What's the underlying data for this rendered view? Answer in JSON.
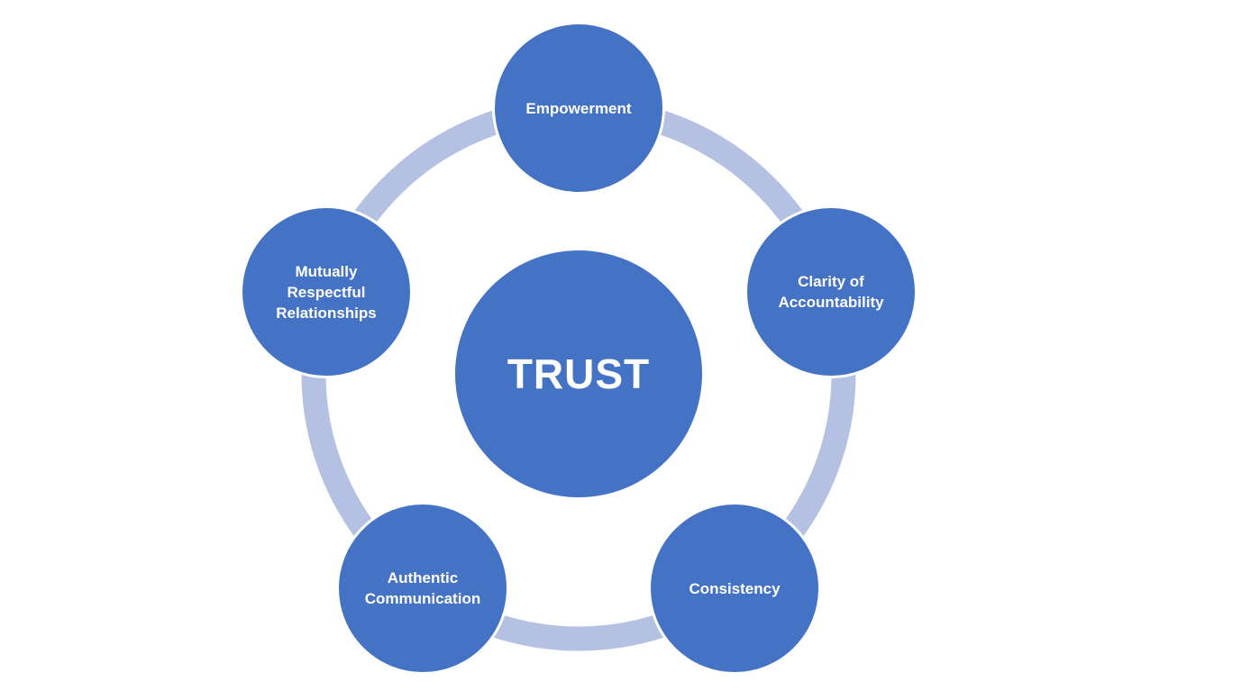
{
  "diagram": {
    "type": "cycle-diagram",
    "center": {
      "label": "TRUST"
    },
    "nodes": [
      {
        "label": "Empowerment",
        "position": "top"
      },
      {
        "label": "Clarity of Accountability",
        "position": "right"
      },
      {
        "label": "Consistency",
        "position": "bottom-right"
      },
      {
        "label": "Authentic Communication",
        "position": "bottom-left"
      },
      {
        "label": "Mutually Respectful Relationships",
        "position": "left"
      }
    ],
    "colors": {
      "node_fill": "#4472C4",
      "ring": "#B4C1E2",
      "label_text": "#FFFFFF",
      "background": "#FFFFFF"
    }
  }
}
